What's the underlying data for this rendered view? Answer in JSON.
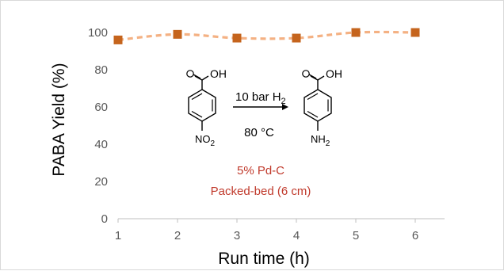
{
  "chart_data": {
    "type": "line",
    "xlabel": "Run time (h)",
    "ylabel": "PABA Yield (%)",
    "x_ticks": [
      "1",
      "2",
      "3",
      "4",
      "5",
      "6"
    ],
    "y_ticks": [
      "0",
      "20",
      "40",
      "60",
      "80",
      "100"
    ],
    "xlim": [
      0.85,
      6.5
    ],
    "ylim": [
      0,
      100
    ],
    "grid": false,
    "series": [
      {
        "x": [
          1,
          2,
          3,
          4,
          5,
          6
        ],
        "values": [
          96,
          99,
          97,
          97,
          100,
          100
        ],
        "color": "#c5641d",
        "line_color": "#f4b183",
        "marker": "square"
      }
    ]
  },
  "scheme": {
    "reactant_group": "OH",
    "reactant_substituent": "NO",
    "reactant_substituent_sub": "2",
    "product_group": "OH",
    "product_substituent": "NH",
    "product_substituent_sub": "2",
    "condition_top": "10 bar H",
    "condition_top_sub": "2",
    "condition_bottom": "80 °C"
  },
  "notes": {
    "catalyst": "5% Pd-C",
    "reactor": "Packed-bed (6 cm)",
    "color": "#c0392b"
  }
}
